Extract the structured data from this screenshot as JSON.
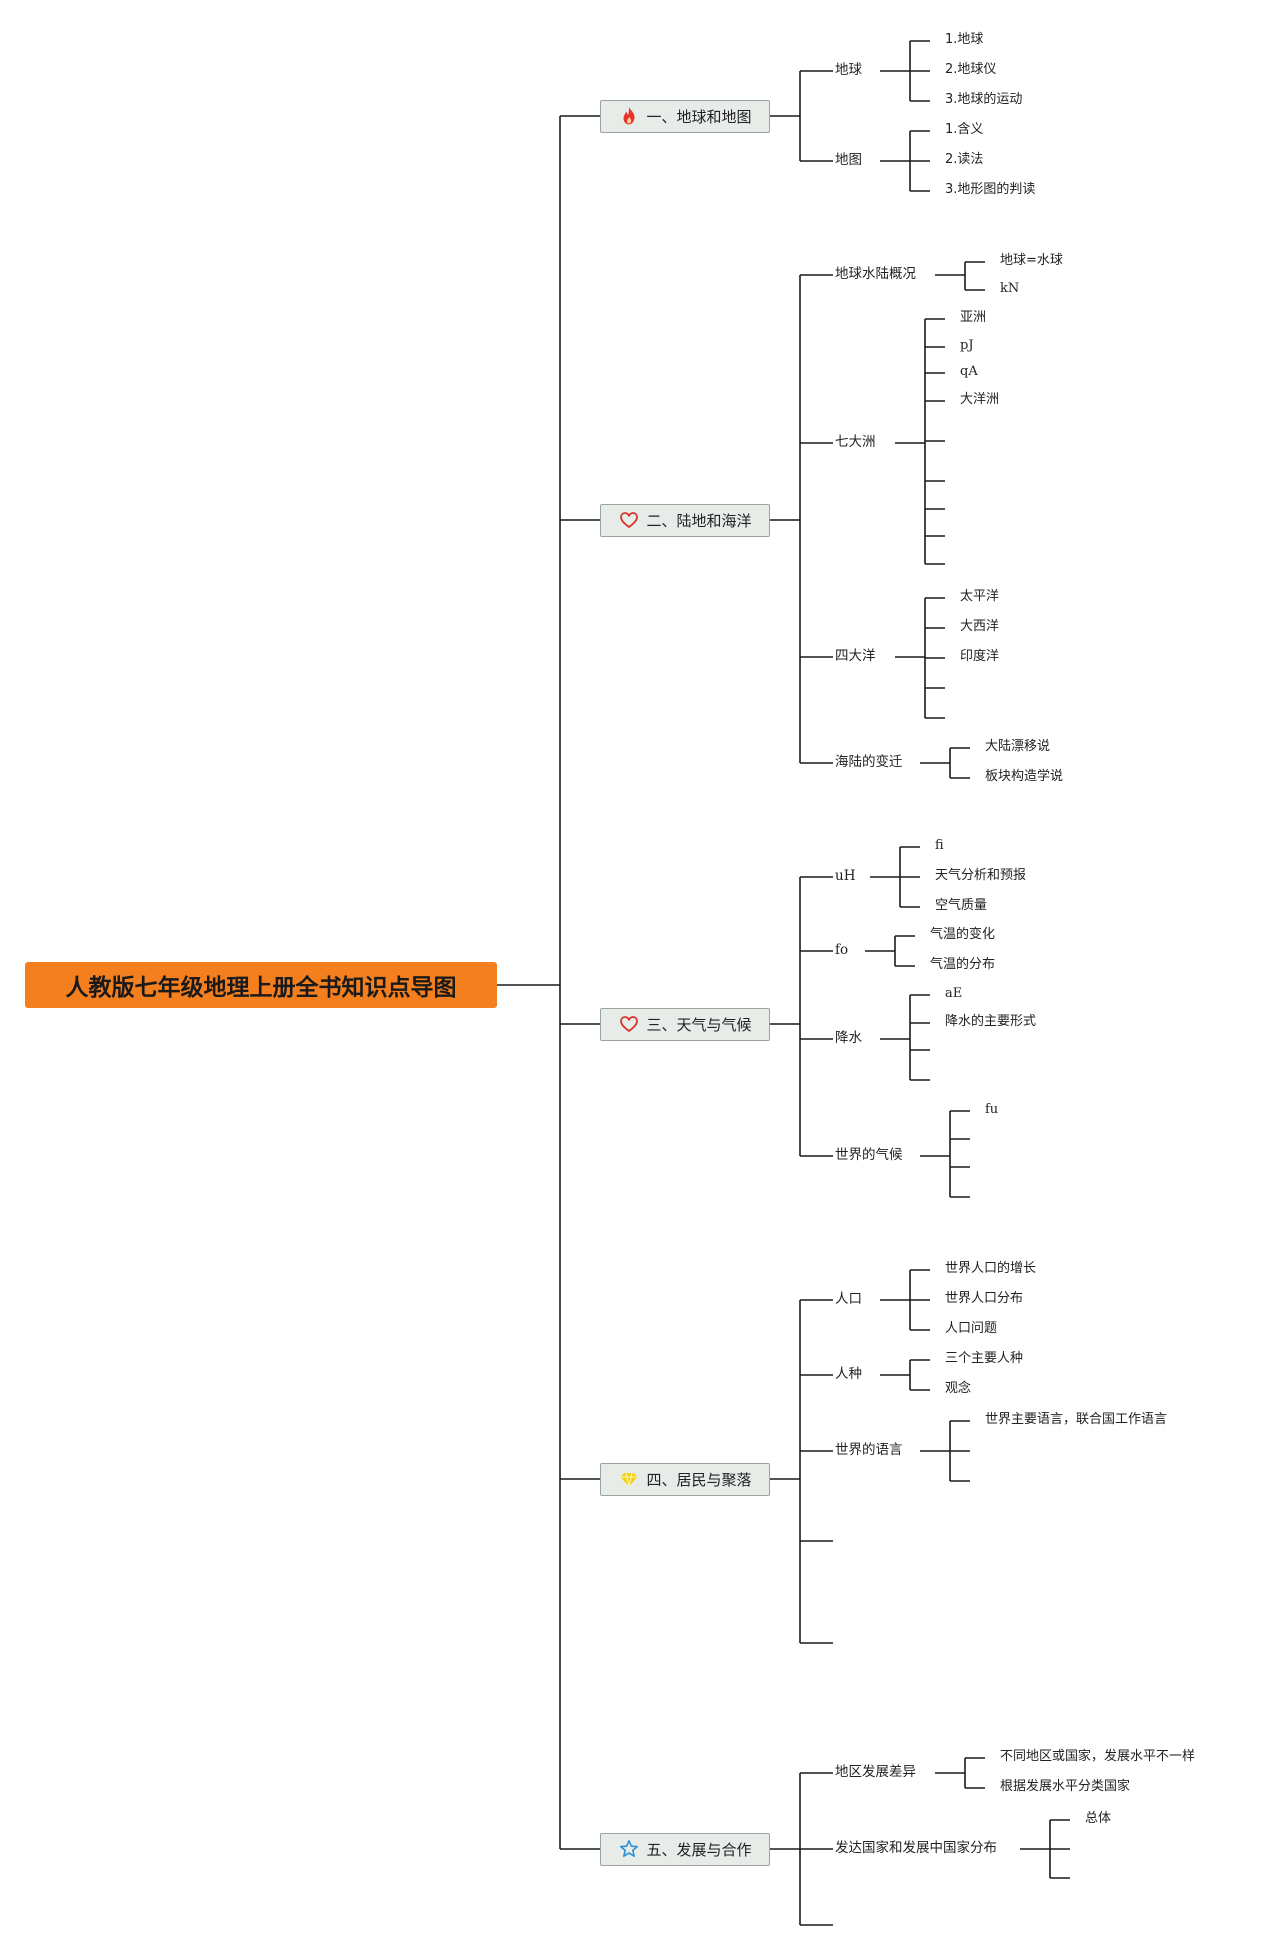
{
  "root": {
    "label": "人教版七年级地理上册全书知识点导图"
  },
  "sections": [
    {
      "label": "一、地球和地图",
      "icon": "fire-icon",
      "icon_color": "#e8352b",
      "children": [
        {
          "label": "地球",
          "leaves": [
            "1.地球",
            "2.地球仪",
            "3.地球的运动"
          ]
        },
        {
          "label": "地图",
          "leaves": [
            "1.含义",
            "2.读法",
            "3.地形图的判读"
          ]
        }
      ]
    },
    {
      "label": "二、陆地和海洋",
      "icon": "heart-icon",
      "icon_color": "#d9342b",
      "children": [
        {
          "label": "地球水陆概况",
          "leaves": [
            "地球=水球",
            "kN"
          ]
        },
        {
          "label": "七大洲",
          "leaves": [
            "亚洲",
            "pJ",
            "qA",
            "大洋洲",
            "",
            "",
            "",
            "",
            ""
          ]
        },
        {
          "label": "四大洋",
          "leaves": [
            "太平洋",
            "大西洋",
            "印度洋",
            "",
            ""
          ]
        },
        {
          "label": "海陆的变迁",
          "leaves": [
            "大陆漂移说",
            "板块构造学说"
          ]
        }
      ]
    },
    {
      "label": "三、天气与气候",
      "icon": "heart-icon",
      "icon_color": "#d9342b",
      "children": [
        {
          "label": "uH",
          "leaves": [
            "fi",
            "天气分析和预报",
            "空气质量"
          ]
        },
        {
          "label": "fo",
          "leaves": [
            "气温的变化",
            "气温的分布"
          ]
        },
        {
          "label": "降水",
          "leaves": [
            "aE",
            "降水的主要形式",
            "",
            ""
          ]
        },
        {
          "label": "世界的气候",
          "leaves": [
            "fu",
            "",
            "",
            ""
          ]
        }
      ]
    },
    {
      "label": "四、居民与聚落",
      "icon": "gem-icon",
      "icon_color": "#f2d11b",
      "children": [
        {
          "label": "人口",
          "leaves": [
            "世界人口的增长",
            "世界人口分布",
            "人口问题"
          ]
        },
        {
          "label": "人种",
          "leaves": [
            "三个主要人种",
            "观念"
          ]
        },
        {
          "label": "世界的语言",
          "leaves": [
            "世界主要语言，联合国工作语言",
            "",
            ""
          ]
        },
        {
          "label": "",
          "leaves": []
        },
        {
          "label": "",
          "leaves": []
        }
      ]
    },
    {
      "label": "五、发展与合作",
      "icon": "star-icon",
      "icon_color": "#2f8fd6",
      "children": [
        {
          "label": "地区发展差异",
          "leaves": [
            "不同地区或国家，发展水平不一样",
            "根据发展水平分类国家"
          ]
        },
        {
          "label": "发达国家和发展中国家分布",
          "leaves": [
            "总体",
            "",
            ""
          ]
        },
        {
          "label": "",
          "leaves": []
        }
      ]
    }
  ]
}
